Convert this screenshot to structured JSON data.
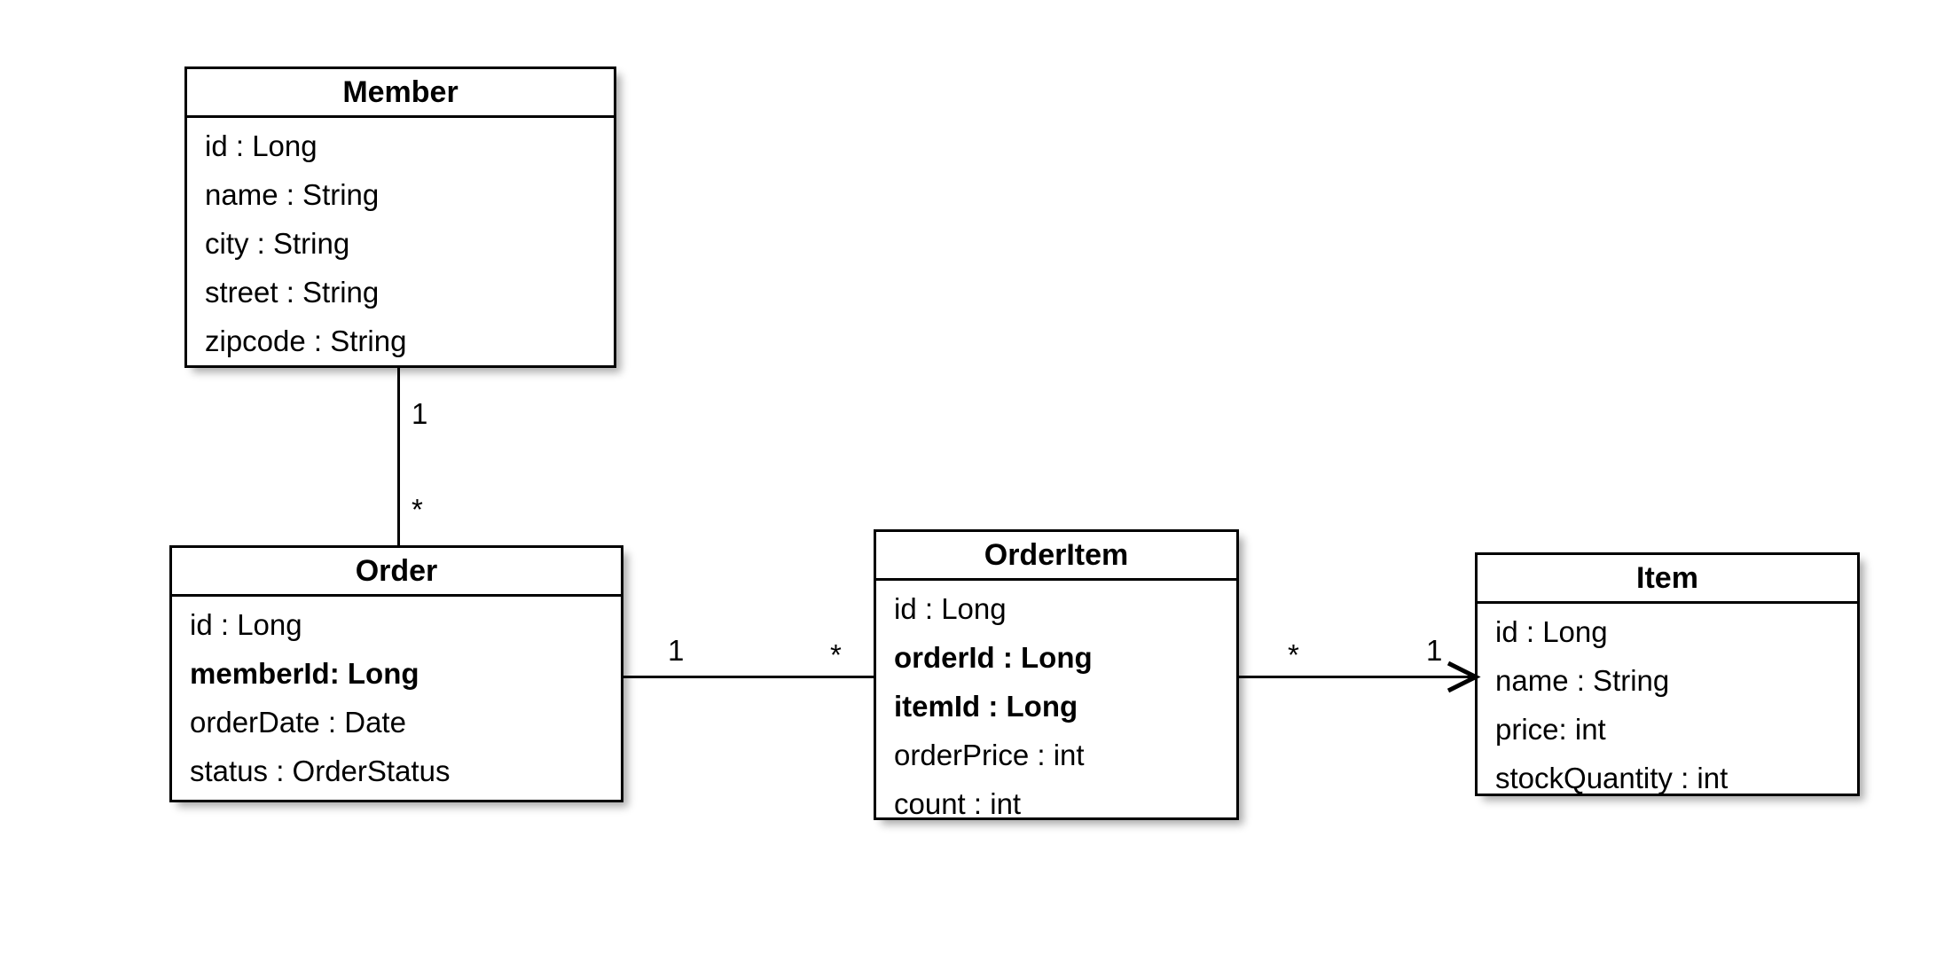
{
  "diagram": {
    "type": "uml-class-diagram",
    "background_color": "#ffffff",
    "line_color": "#000000",
    "classes": [
      {
        "id": "member",
        "name": "Member",
        "attributes": [
          {
            "text": "id : Long",
            "bold": false
          },
          {
            "text": "name : String",
            "bold": false
          },
          {
            "text": "city : String",
            "bold": false
          },
          {
            "text": "street : String",
            "bold": false
          },
          {
            "text": "zipcode : String",
            "bold": false
          }
        ]
      },
      {
        "id": "order",
        "name": "Order",
        "attributes": [
          {
            "text": "id : Long",
            "bold": false
          },
          {
            "text": "memberId: Long",
            "bold": true
          },
          {
            "text": "orderDate : Date",
            "bold": false
          },
          {
            "text": "status : OrderStatus",
            "bold": false
          }
        ]
      },
      {
        "id": "orderitem",
        "name": "OrderItem",
        "attributes": [
          {
            "text": "id : Long",
            "bold": false
          },
          {
            "text": "orderId : Long",
            "bold": true
          },
          {
            "text": "itemId : Long",
            "bold": true
          },
          {
            "text": "orderPrice : int",
            "bold": false
          },
          {
            "text": "count : int",
            "bold": false
          }
        ]
      },
      {
        "id": "item",
        "name": "Item",
        "attributes": [
          {
            "text": "id : Long",
            "bold": false
          },
          {
            "text": "name : String",
            "bold": false
          },
          {
            "text": "price: int",
            "bold": false
          },
          {
            "text": "stockQuantity : int",
            "bold": false
          }
        ]
      }
    ],
    "relationships": [
      {
        "id": "member-order",
        "from": "Member",
        "to": "Order",
        "orientation": "vertical",
        "source_multiplicity": "1",
        "target_multiplicity": "*",
        "arrowhead": "none"
      },
      {
        "id": "order-orderitem",
        "from": "Order",
        "to": "OrderItem",
        "orientation": "horizontal",
        "source_multiplicity": "1",
        "target_multiplicity": "*",
        "arrowhead": "none"
      },
      {
        "id": "orderitem-item",
        "from": "OrderItem",
        "to": "Item",
        "orientation": "horizontal",
        "source_multiplicity": "*",
        "target_multiplicity": "1",
        "arrowhead": "open"
      }
    ]
  }
}
